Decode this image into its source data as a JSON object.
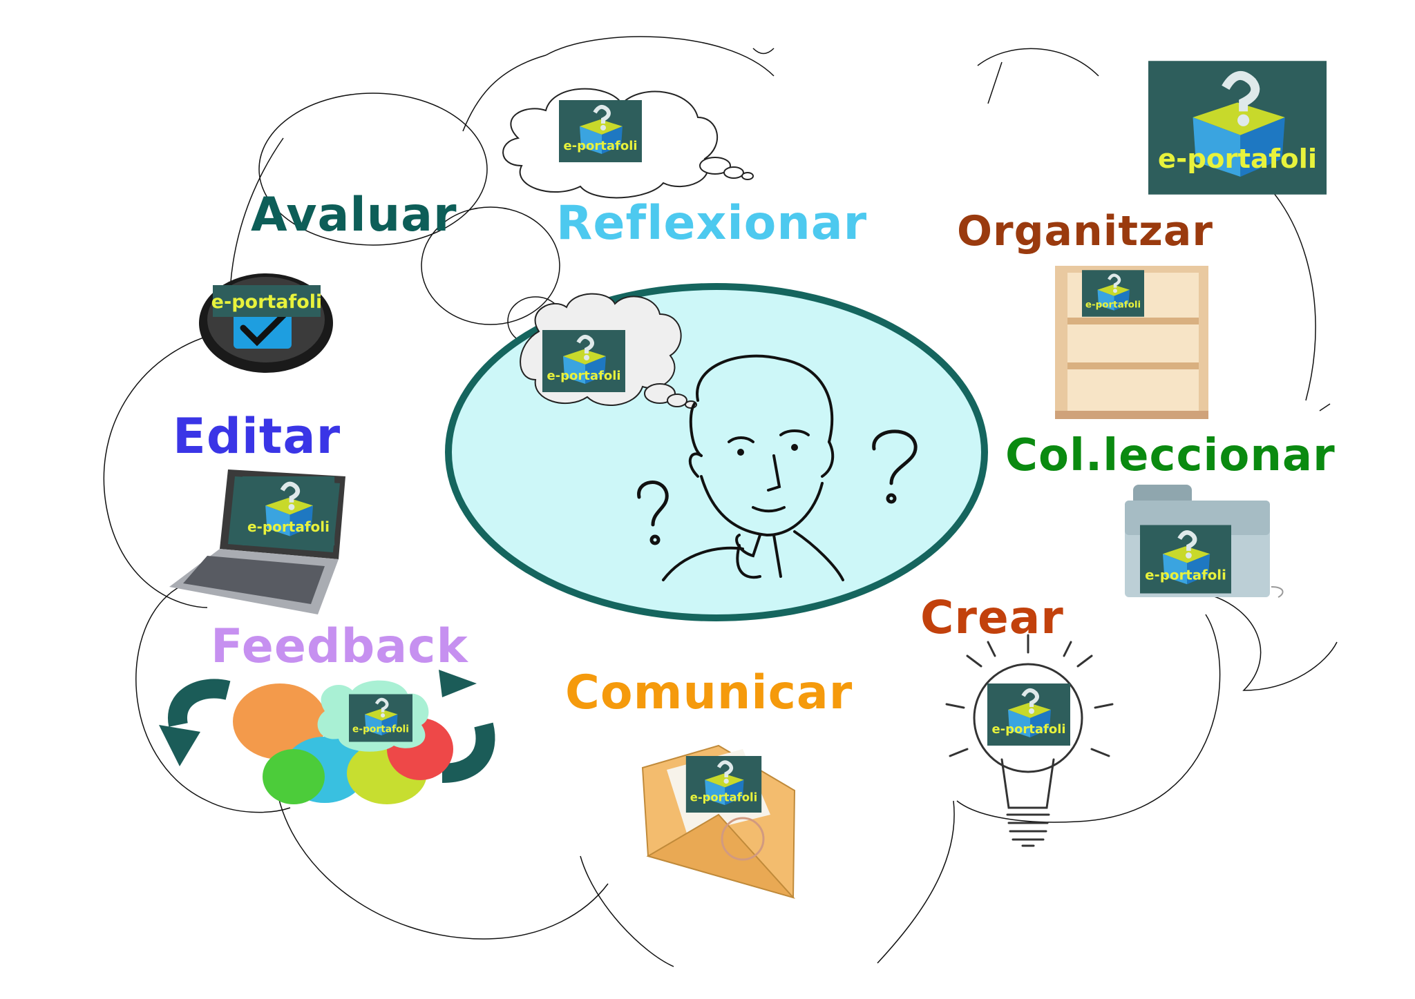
{
  "logo_text": "e-portafoli",
  "center_logo_text": "e-portafoli",
  "labels": {
    "reflexionar": "Reflexionar",
    "avaluar": "Avaluar",
    "organitzar": "Organitzar",
    "editar": "Editar",
    "coleccionar": "Col.leccionar",
    "feedback": "Feedback",
    "crear": "Crear",
    "comunicar": "Comunicar"
  },
  "colors": {
    "reflexionar": "#4dc9ef",
    "avaluar": "#0d5e58",
    "organitzar": "#9a3a0e",
    "editar": "#3a35e6",
    "coleccionar": "#0a8a10",
    "feedback": "#c690f0",
    "crear": "#c2410c",
    "comunicar": "#f59a0c",
    "center_ellipse_fill": "#cdf7f8",
    "center_ellipse_stroke": "#15655e",
    "logo_bg": "#2e5e5c",
    "logo_text": "#e8f23c"
  },
  "icons": {
    "header_logo": "e-portafoli-logo-icon",
    "check": "checkmark-badge-icon",
    "laptop": "laptop-icon",
    "shelf": "bookshelf-icon",
    "briefcase": "briefcase-icon",
    "bulb": "light-bulb-icon",
    "envelope": "envelope-icon",
    "speech": "speech-bubbles-icon",
    "thinker": "thinking-person-icon"
  }
}
